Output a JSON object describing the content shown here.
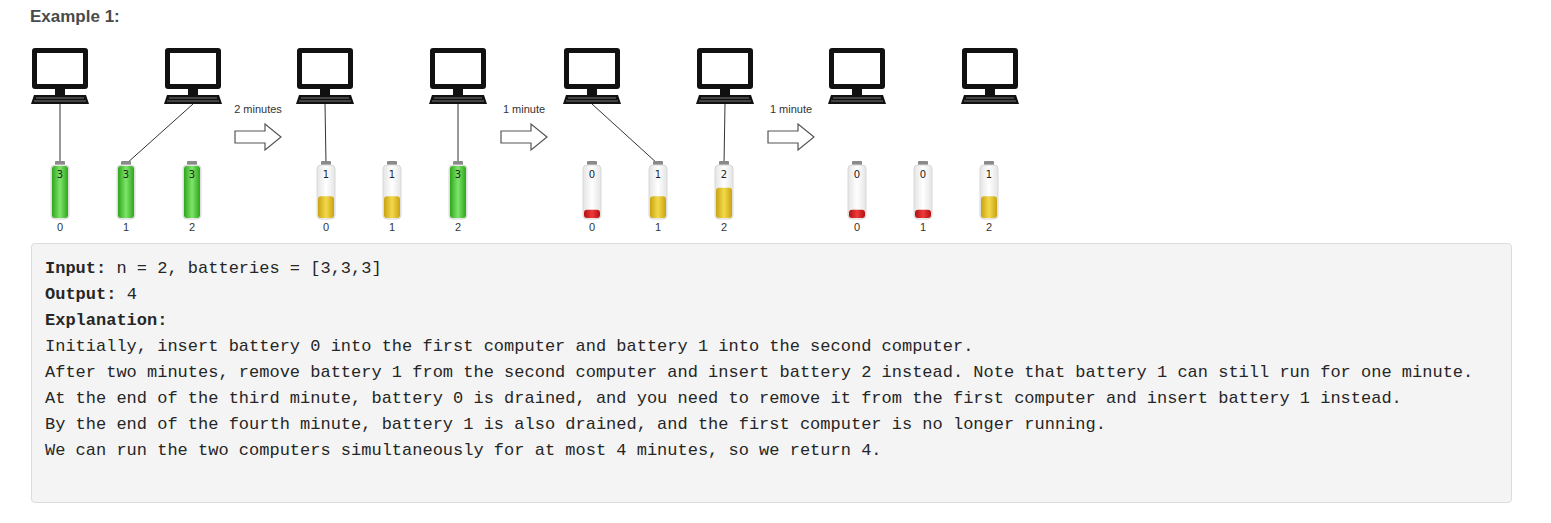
{
  "diagram": {
    "title": "Example 1:",
    "nodes": [
      {
        "text": [
          "3",
          "0"
        ]
      },
      {
        "text": [
          "3",
          "1"
        ]
      },
      {
        "text": [
          "3",
          "2"
        ]
      },
      {
        "text": [
          "1",
          "0"
        ]
      },
      {
        "text": [
          "1",
          "1"
        ]
      },
      {
        "text": [
          "3",
          "2"
        ]
      },
      {
        "text": [
          "0",
          "0"
        ]
      },
      {
        "text": [
          "1",
          "1"
        ]
      },
      {
        "text": [
          "2",
          "2"
        ]
      },
      {
        "text": [
          "0",
          "0"
        ]
      },
      {
        "text": [
          "0",
          "1"
        ]
      },
      {
        "text": [
          "1",
          "2"
        ]
      },
      {
        "text": [
          "Input:",
          "n = 2, batteries = [3,3,3]",
          "Output:",
          "4",
          "Explanation:",
          "Initially, insert battery 0 into the first computer and battery 1 into the second computer.",
          "After two minutes, remove battery 1 from the second computer and insert battery 2 instead. Note that battery 1 can still run for one minute.",
          "At the end of the third minute, battery 0 is drained, and you need to remove it from the first computer and insert battery 1 instead.",
          "By the end of the fourth minute, battery 1 is also drained, and the first computer is no longer running.",
          "We can run the two computers simultaneously for at most 4 minutes, so we return 4."
        ]
      }
    ],
    "labels": [
      "2 minutes",
      "1 minute",
      "1 minute"
    ]
  }
}
